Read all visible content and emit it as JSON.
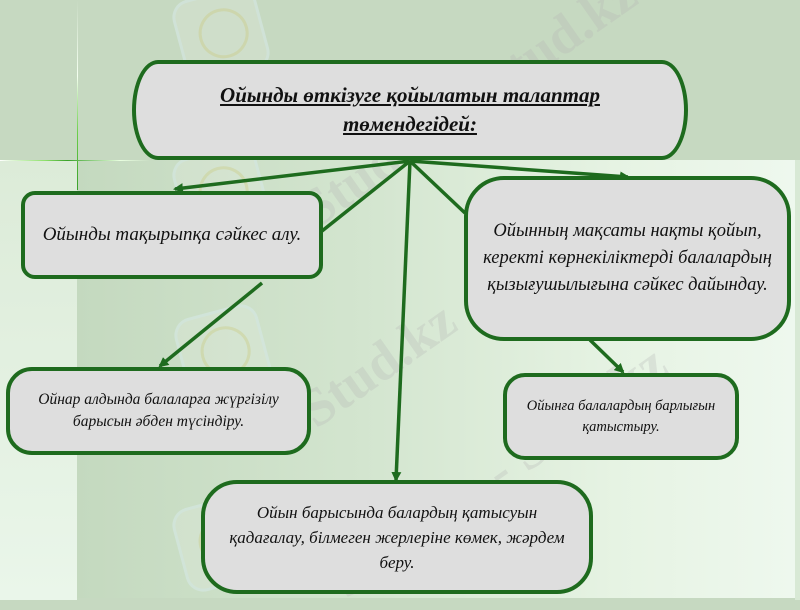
{
  "diagram": {
    "title": "Ойынды өткізуге қойылатын талаптар төмендегідей:",
    "nodes": [
      {
        "id": "topic",
        "text": "Ойынды тақырыпқа сәйкес алу."
      },
      {
        "id": "goal",
        "text": "Ойынның мақсаты нақты қойып, керекті көрнекіліктерді балалардың қызығушылығына сәйкес дайындау."
      },
      {
        "id": "explain",
        "text": "Ойнар алдында балаларға жүргізілу барысын әбден түсіндіру."
      },
      {
        "id": "involve",
        "text": "Ойынға балалардың барлығын қатыстыру."
      },
      {
        "id": "monitor",
        "text": "Ойын барысында балардың қатысуын қадағалау, білмеген жерлеріне көмек, жәрдем беру."
      }
    ],
    "edges": [
      {
        "from": "title",
        "to": "topic"
      },
      {
        "from": "title",
        "to": "goal"
      },
      {
        "from": "title",
        "to": "explain"
      },
      {
        "from": "title",
        "to": "monitor"
      },
      {
        "from": "title",
        "to": "involve"
      }
    ]
  },
  "colors": {
    "border": "#1e6b1e",
    "box_fill": "#dedede",
    "background_top": "#c6d9c1",
    "background_light": "#eef8ee"
  },
  "watermark": {
    "text": "Stud.kz - Stud.kz"
  }
}
